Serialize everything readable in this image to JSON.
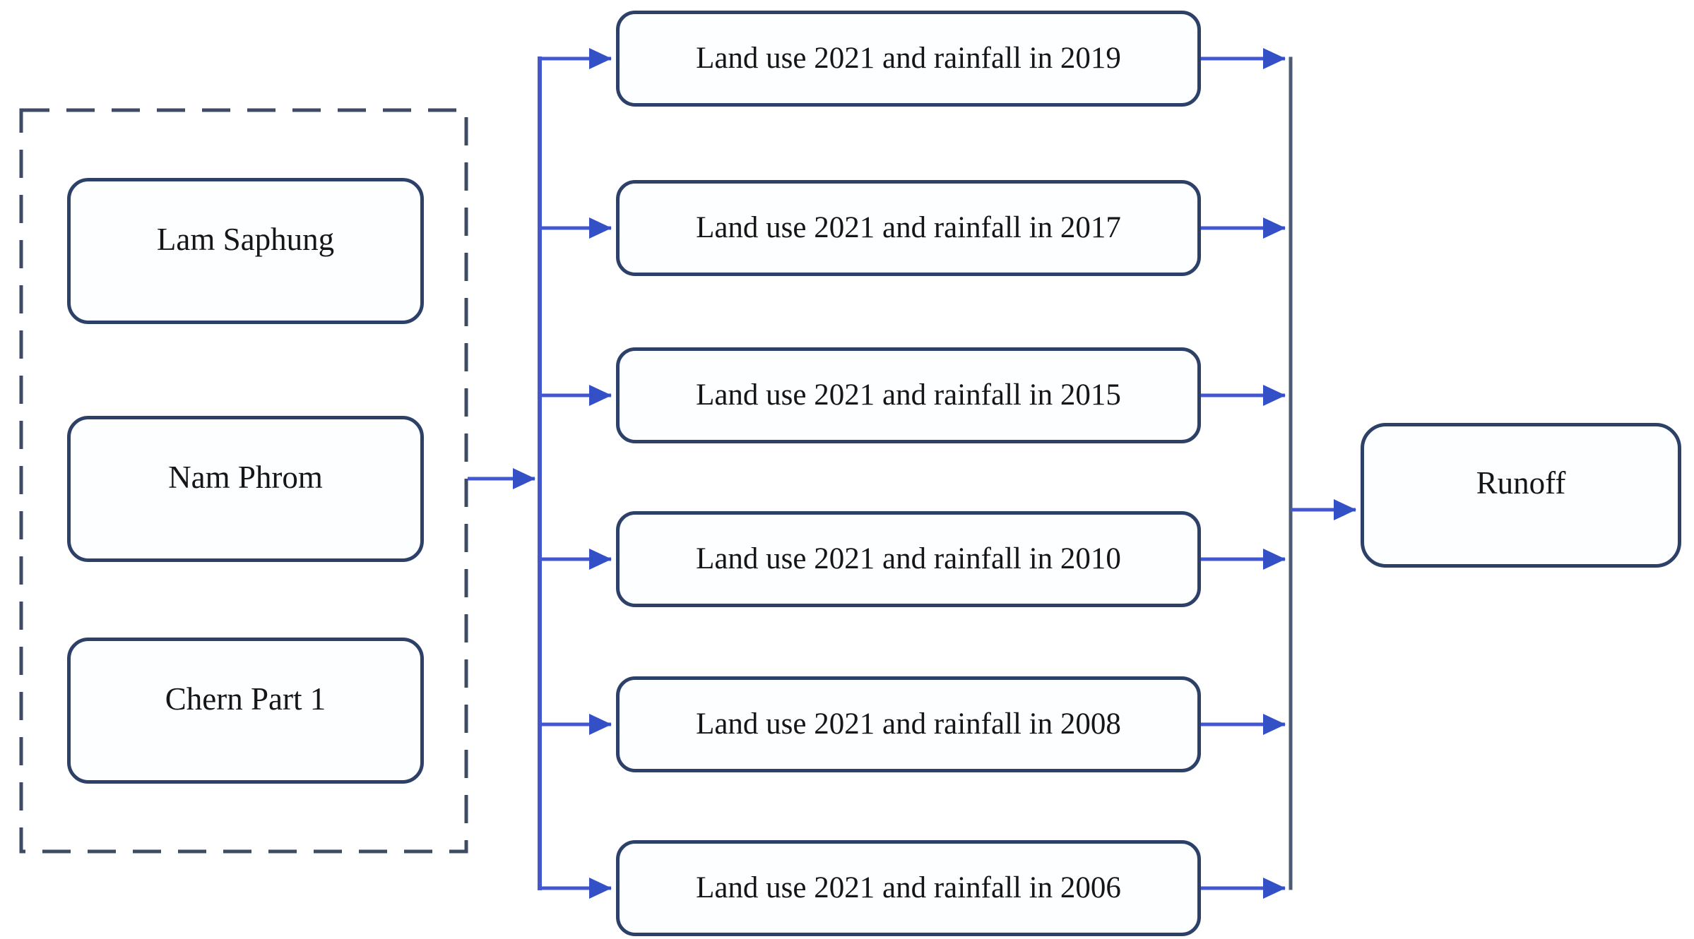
{
  "colors": {
    "background": "#ffffff",
    "box_border": "#2d4168",
    "box_fill": "#fdfeff",
    "connector": "#4257d0",
    "connector_head": "#3350c6",
    "merge_line": "#4b5b74",
    "dashed_border": "#3d4c64",
    "text": "#161616"
  },
  "icons": {
    "arrowhead": "filled-right-triangle"
  },
  "subbasin_group": {
    "items": [
      {
        "label": "Lam Saphung"
      },
      {
        "label": "Nam Phrom"
      },
      {
        "label": "Chern Part 1"
      }
    ]
  },
  "scenario_group": {
    "items": [
      {
        "label": "Land use 2021 and rainfall in 2019"
      },
      {
        "label": "Land use 2021 and rainfall in 2017"
      },
      {
        "label": "Land use 2021 and rainfall in 2015"
      },
      {
        "label": "Land use 2021 and rainfall in 2010"
      },
      {
        "label": "Land use 2021 and rainfall in 2008"
      },
      {
        "label": "Land use 2021 and rainfall in 2006"
      }
    ]
  },
  "output_node": {
    "label": "Runoff"
  }
}
